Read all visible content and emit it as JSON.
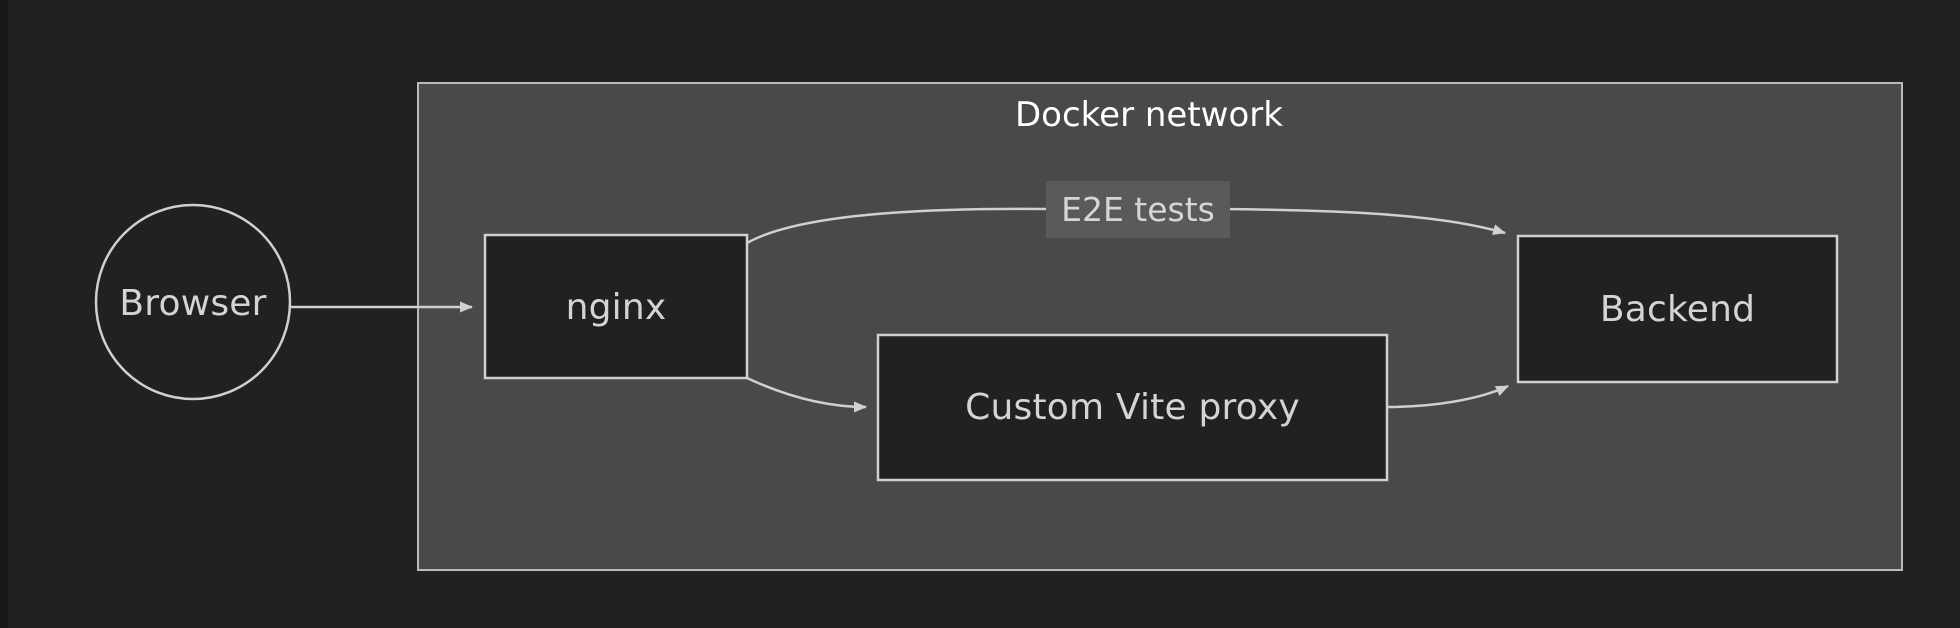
{
  "diagram": {
    "title": "Docker network",
    "background_color": "#212121",
    "group_fill": "#494949",
    "group_stroke": "#b9b9b9",
    "node_fill": "#212121",
    "node_stroke": "#d0d0d0",
    "edge_stroke": "#d0d0d0",
    "text_color": "#d4d4d4",
    "title_color": "#ffffff",
    "edge_label_bg": "#5a5a5a"
  },
  "nodes": [
    {
      "id": "browser",
      "label": "Browser",
      "shape": "circle",
      "inside_group": false
    },
    {
      "id": "nginx",
      "label": "nginx",
      "shape": "rect",
      "inside_group": true
    },
    {
      "id": "vite",
      "label": "Custom Vite proxy",
      "shape": "rect",
      "inside_group": true
    },
    {
      "id": "backend",
      "label": "Backend",
      "shape": "rect",
      "inside_group": true
    }
  ],
  "edges": [
    {
      "id": "browser-nginx",
      "from": "browser",
      "to": "nginx",
      "label": "",
      "arrow": true
    },
    {
      "id": "nginx-backend",
      "from": "nginx",
      "to": "backend",
      "label": "E2E tests",
      "arrow": true
    },
    {
      "id": "nginx-vite",
      "from": "nginx",
      "to": "vite",
      "label": "",
      "arrow": true
    },
    {
      "id": "vite-backend",
      "from": "vite",
      "to": "backend",
      "label": "",
      "arrow": true
    }
  ]
}
